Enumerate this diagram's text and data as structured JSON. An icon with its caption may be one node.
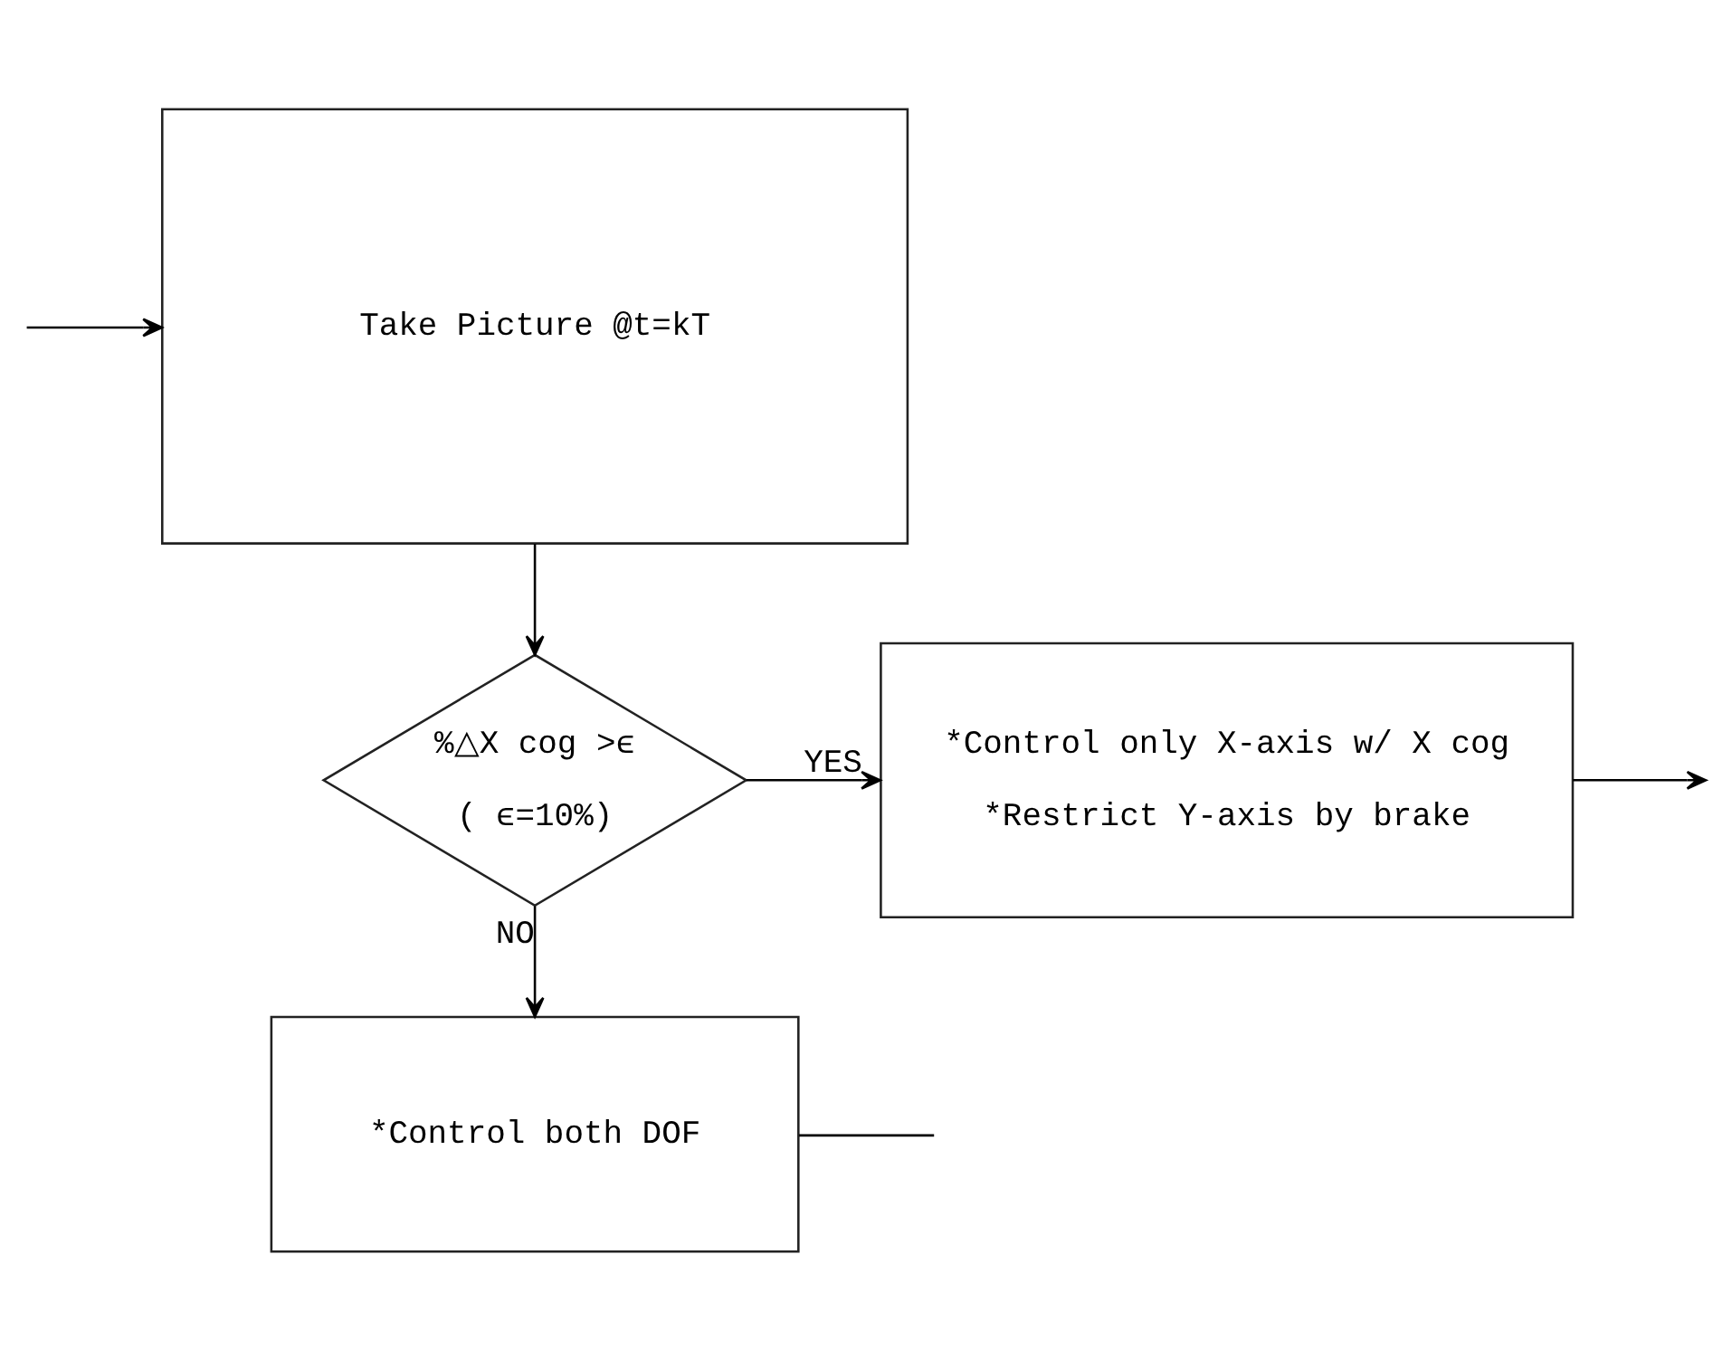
{
  "diagram": {
    "nodes": [
      {
        "text": [
          "Take Picture @t=kT"
        ]
      },
      {
        "text": [
          "%△X cog >ϵ",
          "( ϵ=10%)"
        ]
      },
      {
        "text": [
          "*Control only X-axis w/ X cog",
          "*Restrict Y-axis by brake"
        ]
      },
      {
        "text": [
          "*Control both DOF"
        ]
      }
    ],
    "edges": [
      {
        "from": 0,
        "to": 1,
        "arrow": "to"
      },
      {
        "from": 1,
        "to": 2,
        "arrow": "to",
        "label": "YES"
      },
      {
        "from": 1,
        "to": 3,
        "arrow": "to",
        "label": "NO"
      },
      {
        "from": 2,
        "to": null,
        "arrow": "to"
      },
      {
        "from": 3,
        "to": null,
        "arrow": "none"
      },
      {
        "from": null,
        "to": 0,
        "arrow": "to"
      }
    ]
  }
}
